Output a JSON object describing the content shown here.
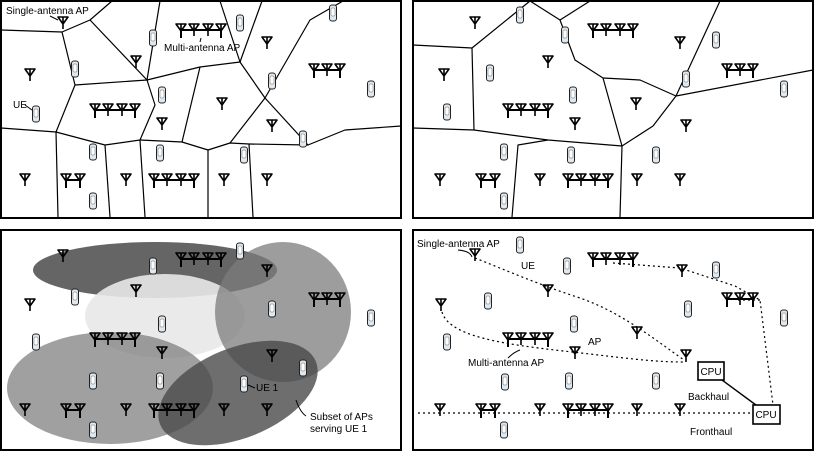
{
  "labels": {
    "single_antenna_ap": "Single-antenna AP",
    "multi_antenna_ap": "Multi-antenna AP",
    "ue": "UE",
    "ue1": "UE 1",
    "subset_line1": "Subset of APs",
    "subset_line2": "serving UE 1",
    "ap": "AP",
    "cpu": "CPU",
    "backhaul": "Backhaul",
    "fronthaul": "Fronthaul"
  },
  "panels": [
    "cellular-network-mixed-aps",
    "cellular-network-single-aps",
    "user-centric-clusters",
    "cell-free-network"
  ],
  "colors": {
    "cluster_dark": "#4a4a4a",
    "cluster_mid": "#7c7c7c",
    "cluster_light": "#e8e8e8",
    "ue_body": "#dfe9f1",
    "line": "#000000"
  },
  "icons": [
    "antenna-icon",
    "multi-antenna-icon",
    "phone-icon"
  ]
}
